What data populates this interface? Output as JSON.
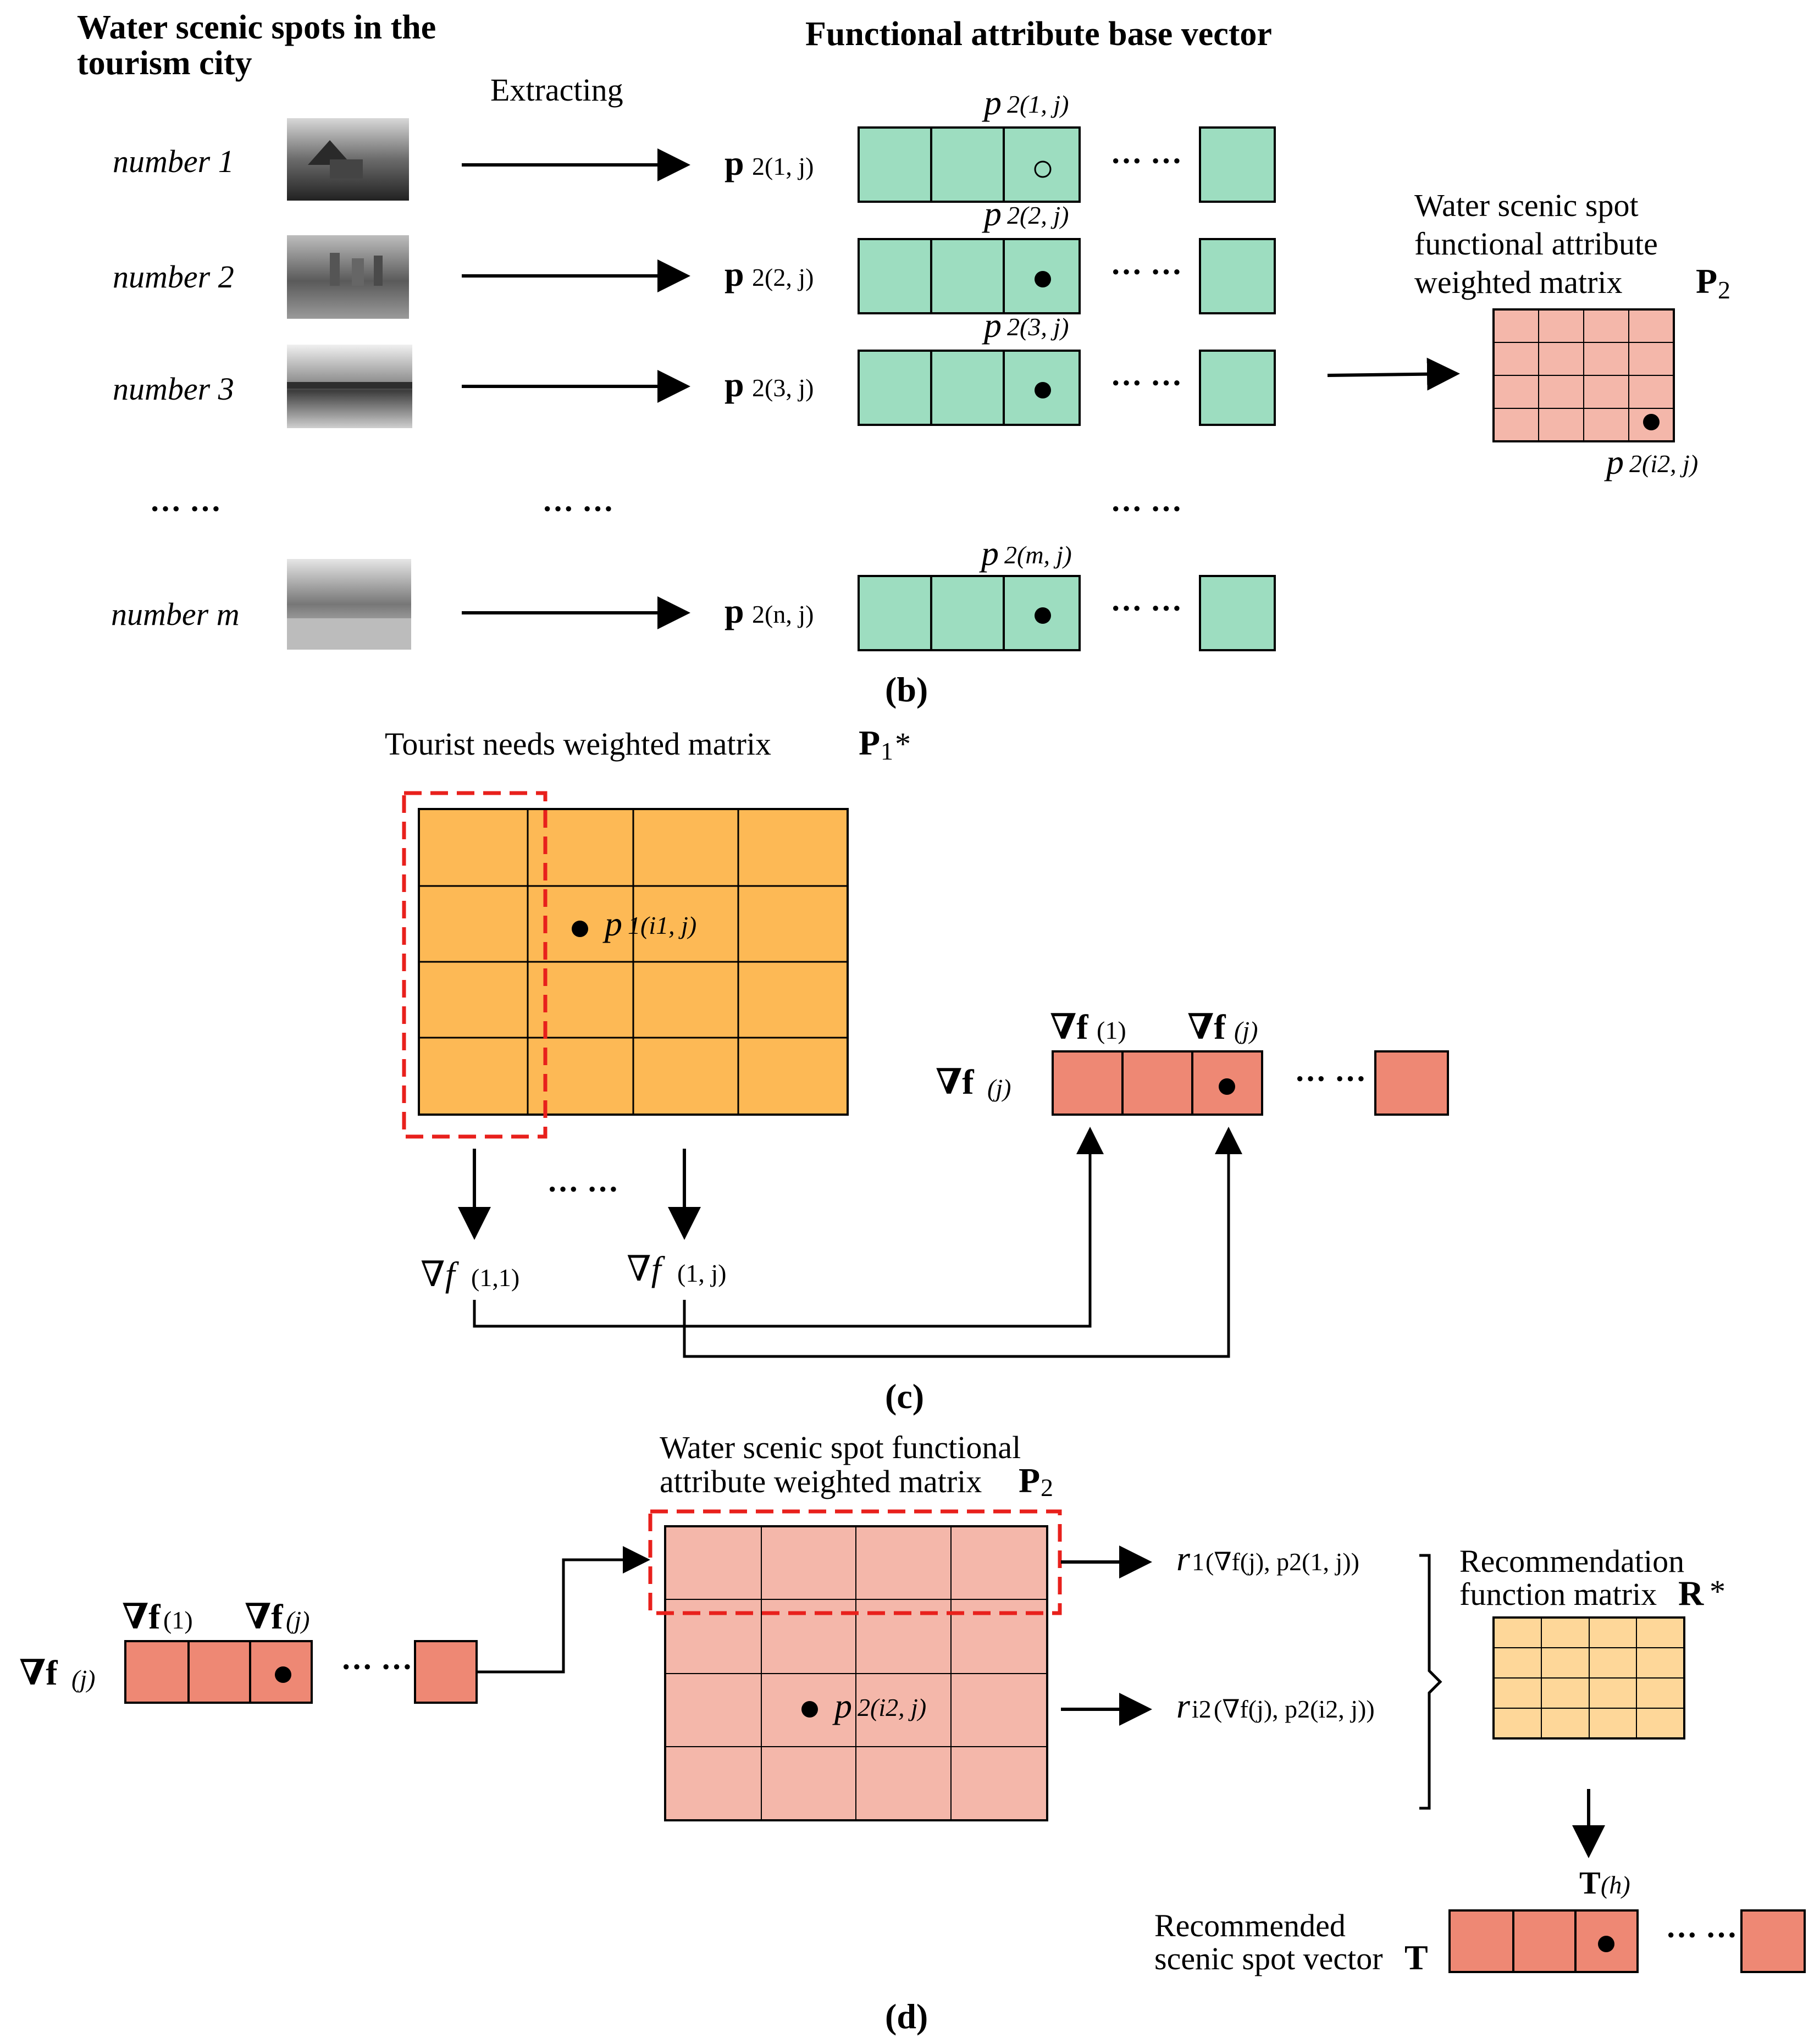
{
  "panel_b": {
    "left_heading_line1": "Water scenic spots in the",
    "left_heading_line2": "tourism city",
    "extracting_label": "Extracting",
    "right_heading": "Functional attribute base vector",
    "rows": [
      {
        "number_label": "number 1",
        "vector_label": "p",
        "vector_sub": "2(1, j)",
        "cell_label": "p",
        "cell_sub": "2(1, j)",
        "marker": "open"
      },
      {
        "number_label": "number 2",
        "vector_label": "p",
        "vector_sub": "2(2, j)",
        "cell_label": "p",
        "cell_sub": "2(2, j)",
        "marker": "filled"
      },
      {
        "number_label": "number 3",
        "vector_label": "p",
        "vector_sub": "2(3, j)",
        "cell_label": "p",
        "cell_sub": "2(3, j)",
        "marker": "filled"
      },
      {
        "number_label": "number m",
        "vector_label": "p",
        "vector_sub": "2(n, j)",
        "cell_label": "p",
        "cell_sub": "2(m, j)",
        "marker": "filled"
      }
    ],
    "ellipsis": "··· ···",
    "matrix_title_line1": "Water scenic spot",
    "matrix_title_line2": "functional attribute",
    "matrix_title_line3": "weighted matrix",
    "matrix_symbol": "P",
    "matrix_symbol_sub": "2",
    "matrix_cell_label": "p",
    "matrix_cell_sub": "2(i2, j)",
    "caption": "(b)"
  },
  "panel_c": {
    "matrix_title": "Tourist needs weighted matrix",
    "matrix_symbol": "P",
    "matrix_symbol_sub": "1",
    "matrix_star": "*",
    "matrix_cell_label": "p",
    "matrix_cell_sub": "1(i1, j)",
    "grad_vector_label": "∇f",
    "grad_vector_sub": "(j)",
    "grad_cell1_label": "∇f",
    "grad_cell1_sub": "(1)",
    "grad_cellj_label": "∇f",
    "grad_cellj_sub": "(j)",
    "grad_out1_label": "∇f",
    "grad_out1_sub": "(1,1)",
    "grad_outj_label": "∇f",
    "grad_outj_sub": "(1, j)",
    "ellipsis": "··· ···",
    "caption": "(c)"
  },
  "panel_d": {
    "grad_vector_label": "∇f",
    "grad_vector_sub": "(j)",
    "grad_cell1_label": "∇f",
    "grad_cell1_sub": "(1)",
    "grad_cellj_label": "∇f",
    "grad_cellj_sub": "(j)",
    "matrix_title_line1": "Water scenic spot functional",
    "matrix_title_line2": "attribute weighted matrix",
    "matrix_symbol": "P",
    "matrix_symbol_sub": "2",
    "matrix_cell_label": "p",
    "matrix_cell_sub": "2(i2, j)",
    "r1_label": "r",
    "r1_sub": "1",
    "r1_args": "(∇f(j), p2(1, j))",
    "ri2_label": "r",
    "ri2_sub": "i2",
    "ri2_args": "(∇f(j), p2(i2, j))",
    "rec_title_line1": "Recommendation",
    "rec_title_line2": "function matrix",
    "rec_symbol": "R",
    "rec_star": "*",
    "t_cell_label": "T",
    "t_cell_sub": "(h)",
    "t_title_line1": "Recommended",
    "t_title_line2": "scenic spot vector",
    "t_symbol": "T",
    "ellipsis": "··· ···",
    "caption": "(d)"
  },
  "colors": {
    "green": "#9dddc0",
    "salmon": "#ee8874",
    "pink": "#f4b7aa",
    "orange": "#fdb955",
    "light_orange": "#fed799",
    "dashed_red": "#e8201c"
  }
}
